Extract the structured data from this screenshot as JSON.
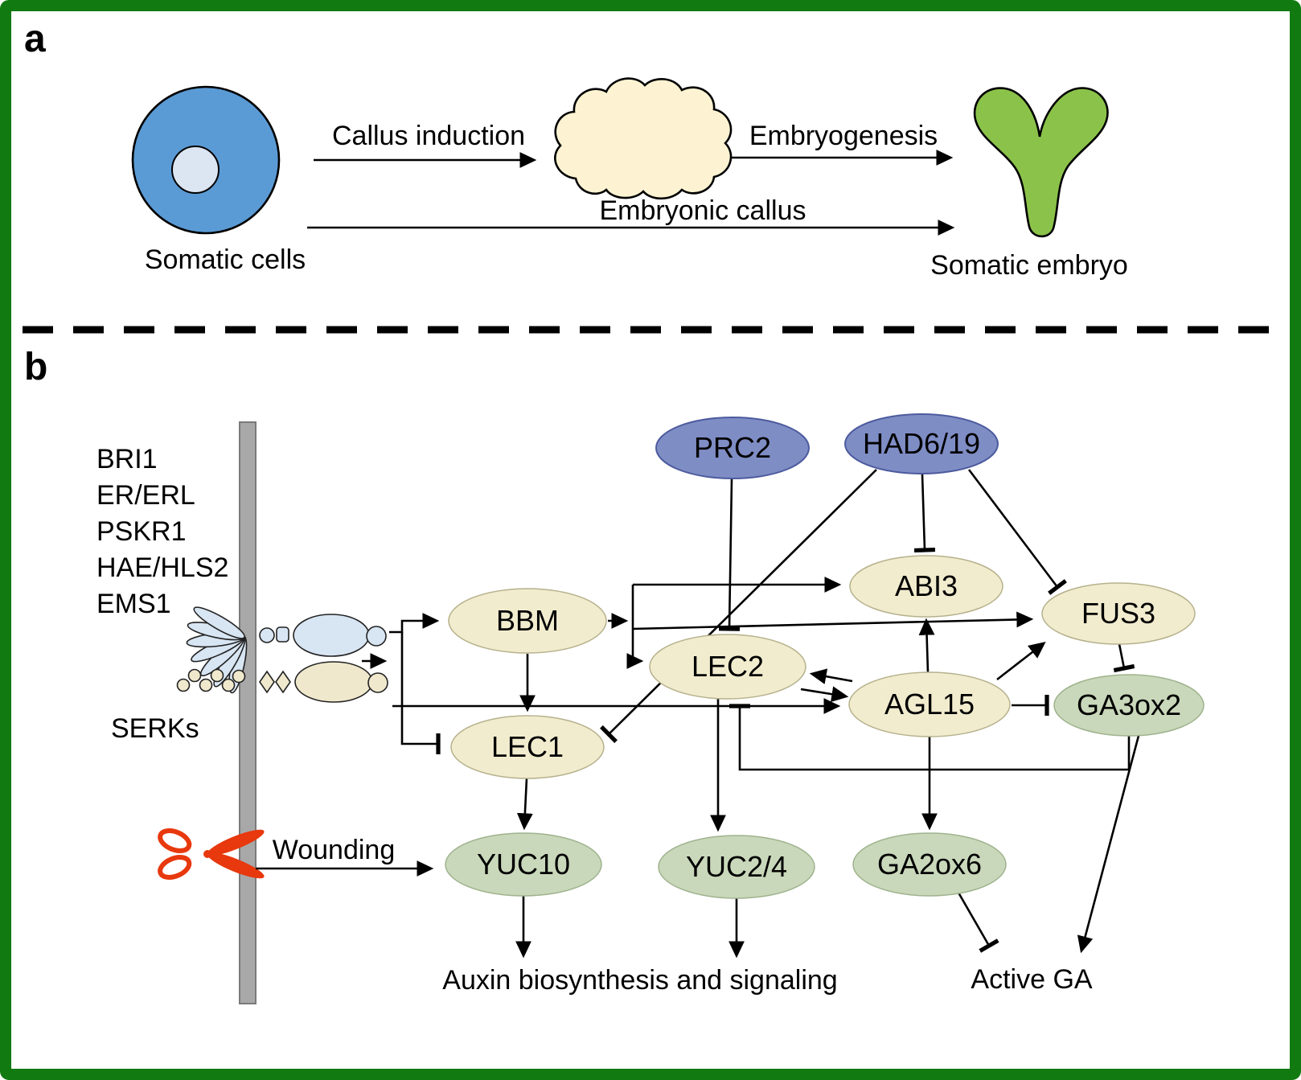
{
  "colors": {
    "frame_green": "#117a11",
    "cell_blue": "#5b9bd5",
    "nucleus_blue": "#dce6f2",
    "callus_cream": "#fdf3d2",
    "embryo_green": "#8bc34a",
    "node_purple": "#7f8dc5",
    "node_cream": "#f1ecce",
    "node_green": "#c9d8ba",
    "membrane_gray": "#a8a8a8",
    "scissors_red": "#e8380d",
    "receptor_blue": "#d8e5f3",
    "receptor_beige": "#efe8cc"
  },
  "panel_a": {
    "label": "a",
    "somatic_cells_label": "Somatic cells",
    "callus_induction_label": "Callus induction",
    "embryonic_callus_label": "Embryonic callus",
    "embryogenesis_label": "Embryogenesis",
    "somatic_embryo_label": "Somatic embryo"
  },
  "panel_b": {
    "label": "b",
    "receptors": [
      "BRI1",
      "ER/ERL",
      "PSKR1",
      "HAE/HLS2",
      "EMS1"
    ],
    "serks_label": "SERKs",
    "wounding_label": "Wounding",
    "auxin_label": "Auxin biosynthesis and signaling",
    "active_ga_label": "Active GA",
    "nodes": {
      "prc2": "PRC2",
      "had619": "HAD6/19",
      "bbm": "BBM",
      "abi3": "ABI3",
      "fus3": "FUS3",
      "lec2": "LEC2",
      "agl15": "AGL15",
      "lec1": "LEC1",
      "ga3ox2": "GA3ox2",
      "yuc10": "YUC10",
      "yuc24": "YUC2/4",
      "ga2ox6": "GA2ox6"
    },
    "edges": [
      {
        "from": "Receptors/SERKs",
        "to": "BBM",
        "type": "activates"
      },
      {
        "from": "Receptors/SERKs",
        "to": "LEC1",
        "type": "inhibits"
      },
      {
        "from": "Receptors/SERKs",
        "to": "AGL15",
        "type": "activates"
      },
      {
        "from": "BBM",
        "to": "ABI3",
        "type": "activates"
      },
      {
        "from": "BBM",
        "to": "FUS3",
        "type": "activates"
      },
      {
        "from": "BBM",
        "to": "LEC2",
        "type": "activates"
      },
      {
        "from": "BBM",
        "to": "LEC1",
        "type": "activates"
      },
      {
        "from": "PRC2",
        "to": "LEC2",
        "type": "inhibits"
      },
      {
        "from": "HAD6/19",
        "to": "ABI3",
        "type": "inhibits"
      },
      {
        "from": "HAD6/19",
        "to": "FUS3",
        "type": "inhibits"
      },
      {
        "from": "HAD6/19",
        "to": "LEC1",
        "type": "inhibits"
      },
      {
        "from": "LEC2",
        "to": "YUC2/4",
        "type": "activates"
      },
      {
        "from": "LEC2",
        "to": "AGL15",
        "type": "activates"
      },
      {
        "from": "AGL15",
        "to": "LEC2",
        "type": "activates"
      },
      {
        "from": "AGL15",
        "to": "ABI3",
        "type": "activates"
      },
      {
        "from": "AGL15",
        "to": "FUS3",
        "type": "activates"
      },
      {
        "from": "AGL15",
        "to": "GA3ox2",
        "type": "inhibits"
      },
      {
        "from": "AGL15",
        "to": "GA2ox6",
        "type": "activates"
      },
      {
        "from": "FUS3",
        "to": "GA3ox2",
        "type": "inhibits"
      },
      {
        "from": "GA3ox2",
        "to": "LEC2",
        "type": "inhibits"
      },
      {
        "from": "GA3ox2",
        "to": "Active GA",
        "type": "activates"
      },
      {
        "from": "GA2ox6",
        "to": "Active GA",
        "type": "inhibits"
      },
      {
        "from": "LEC1",
        "to": "YUC10",
        "type": "activates"
      },
      {
        "from": "YUC10",
        "to": "Auxin biosynthesis and signaling",
        "type": "activates"
      },
      {
        "from": "YUC2/4",
        "to": "Auxin biosynthesis and signaling",
        "type": "activates"
      },
      {
        "from": "Wounding",
        "to": "YUC10",
        "type": "activates"
      }
    ]
  }
}
